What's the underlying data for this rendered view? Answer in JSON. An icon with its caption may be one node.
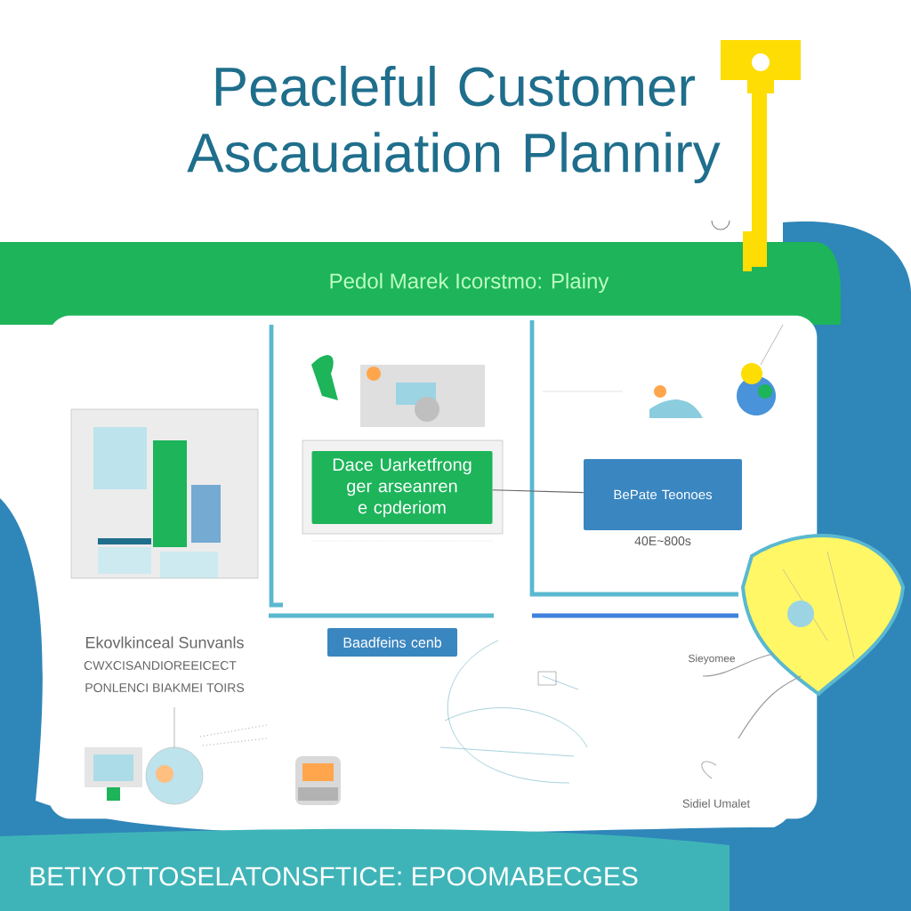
{
  "diagram": {
    "title": "Peacleful Customer Ascauaiation Planniry",
    "nodes": [
      {
        "text": [
          "Dace Uarketfrong ger arseanren e cpderiom"
        ]
      },
      {
        "text": [
          "BePate Teonoes"
        ],
        "beside": [
          "40E~800s"
        ]
      },
      {
        "text": [
          "Baadfeins cenb"
        ]
      }
    ],
    "edges": [
      {
        "from": 0,
        "to": 1,
        "arrow": "none"
      }
    ],
    "labels": [
      "Pedol Marek Icorstmo: Plainy",
      "Ekovlkinceal Sunvanls",
      "CWXCISANDIOREEICECT",
      "PONLENCI BIAKMEI TOIRS",
      "Sieyomee",
      "Sidiel Umalet",
      "BETIYOTTOSELATONSFTICE: EPOOMABECGES"
    ]
  }
}
